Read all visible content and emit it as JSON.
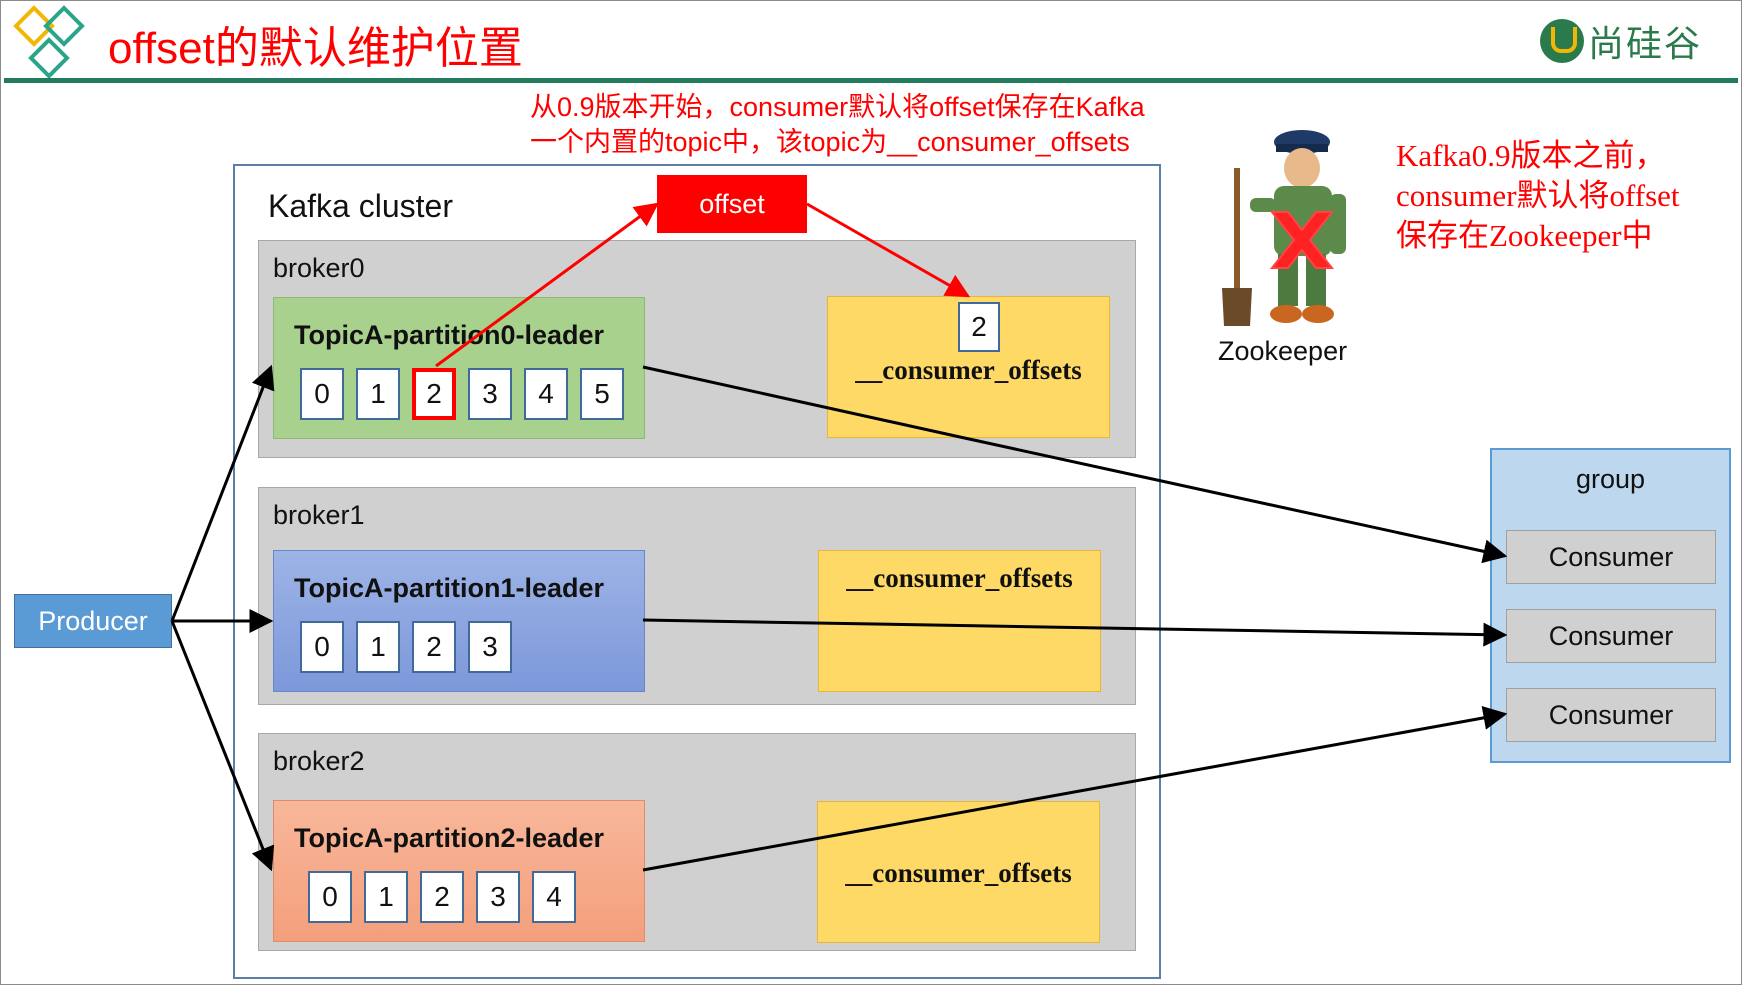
{
  "header": {
    "title": "offset的默认维护位置",
    "brand": "尚硅谷"
  },
  "notes": {
    "top_line1": "从0.9版本开始，consumer默认将offset保存在Kafka",
    "top_line2": "一个内置的topic中，该topic为__consumer_offsets",
    "right_line1": "Kafka0.9版本之前，",
    "right_line2": "consumer默认将offset",
    "right_line3": "保存在Zookeeper中"
  },
  "cluster": {
    "title": "Kafka cluster",
    "offset_tag": "offset",
    "brokers": [
      {
        "label": "broker0",
        "partition_title": "TopicA-partition0-leader",
        "cells": [
          "0",
          "1",
          "2",
          "3",
          "4",
          "5"
        ],
        "highlighted_cell": "2",
        "offsets_label": "__consumer_offsets",
        "offset_value": "2"
      },
      {
        "label": "broker1",
        "partition_title": "TopicA-partition1-leader",
        "cells": [
          "0",
          "1",
          "2",
          "3"
        ],
        "offsets_label": "__consumer_offsets"
      },
      {
        "label": "broker2",
        "partition_title": "TopicA-partition2-leader",
        "cells": [
          "0",
          "1",
          "2",
          "3",
          "4"
        ],
        "offsets_label": "__consumer_offsets"
      }
    ]
  },
  "producer": {
    "label": "Producer"
  },
  "group": {
    "title": "group",
    "consumers": [
      "Consumer",
      "Consumer",
      "Consumer"
    ]
  },
  "zookeeper": {
    "label": "Zookeeper",
    "icon": "zookeeper-figure-icon"
  },
  "colors": {
    "accent_red": "#ff0000",
    "header_green": "#237b5e",
    "partition0": "#a9d18e",
    "partition1": "#8fa7e0",
    "partition2": "#f6ab8b",
    "offsets_box": "#ffd966",
    "producer": "#5b9bd5",
    "group": "#bdd7ee"
  }
}
